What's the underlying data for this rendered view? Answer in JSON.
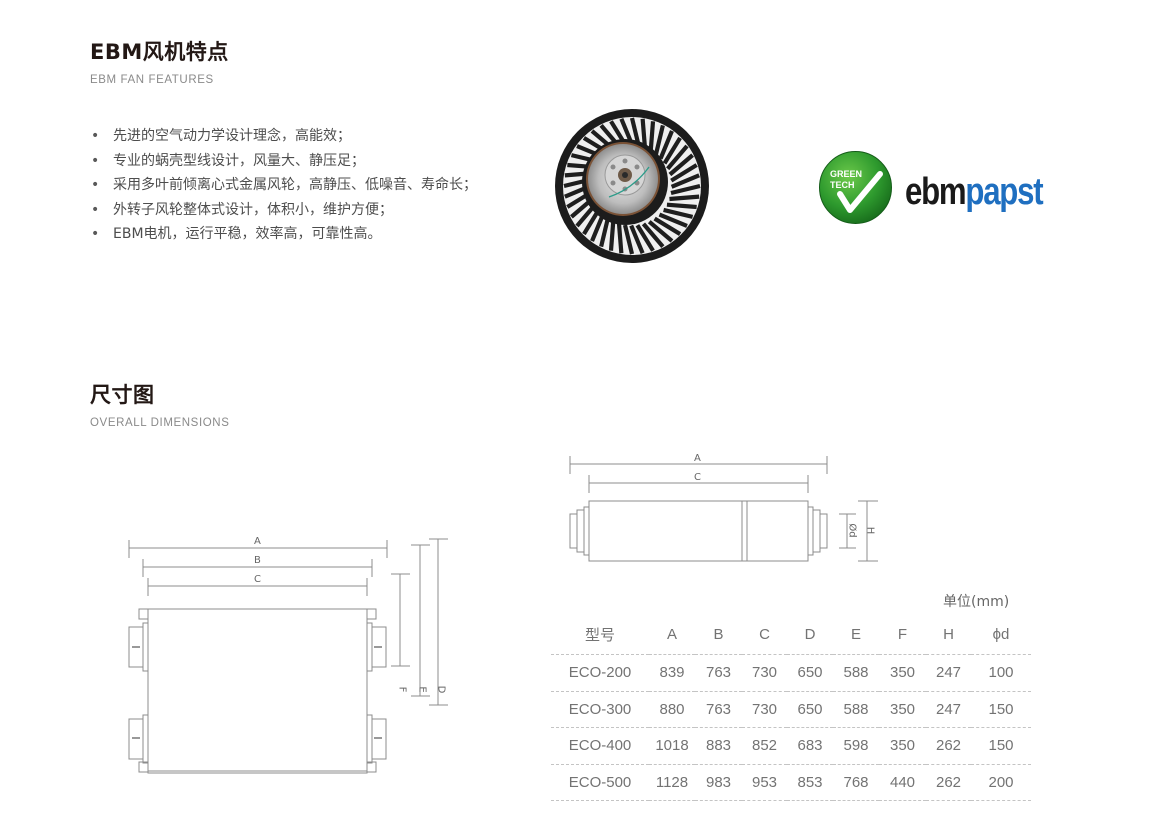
{
  "features_section": {
    "title": "EBM风机特点",
    "subtitle": "EBM FAN FEATURES",
    "bullet_glyph": "•",
    "items": [
      {
        "text": "先进的空气动力学设计理念，高能效；"
      },
      {
        "text": "专业的蜗壳型线设计，风量大、静压足；"
      },
      {
        "text": "采用多叶前倾离心式金属风轮，高静压、低噪音、寿命长；"
      },
      {
        "text": "外转子风轮整体式设计，体积小，维护方便；"
      },
      {
        "text": "EBM电机，运行平稳，效率高，可靠性高。"
      }
    ],
    "fan_image_label": "centrifugal-fan-impeller",
    "logo": {
      "badge_line1": "GREEN",
      "badge_line2": "TECH",
      "brand_part1": "ebm",
      "brand_part2": "papst",
      "brand_color1": "#1a1a1a",
      "brand_color2": "#1f6fc0",
      "badge_color": "#2e9a2e"
    }
  },
  "dimensions_section": {
    "title": "尺寸图",
    "subtitle": "OVERALL DIMENSIONS",
    "front_view_labels": {
      "A": "A",
      "B": "B",
      "C": "C",
      "D": "D",
      "E": "E",
      "F": "F"
    },
    "side_view_labels": {
      "A": "A",
      "C": "C",
      "H": "H",
      "d": "Ød"
    },
    "unit_label": "单位(mm)",
    "table": {
      "headers": [
        "型号",
        "A",
        "B",
        "C",
        "D",
        "E",
        "F",
        "H",
        "ϕd"
      ],
      "rows": [
        [
          "ECO-200",
          "839",
          "763",
          "730",
          "650",
          "588",
          "350",
          "247",
          "100"
        ],
        [
          "ECO-300",
          "880",
          "763",
          "730",
          "650",
          "588",
          "350",
          "247",
          "150"
        ],
        [
          "ECO-400",
          "1018",
          "883",
          "852",
          "683",
          "598",
          "350",
          "262",
          "150"
        ],
        [
          "ECO-500",
          "1128",
          "983",
          "953",
          "853",
          "768",
          "440",
          "262",
          "200"
        ]
      ]
    }
  }
}
